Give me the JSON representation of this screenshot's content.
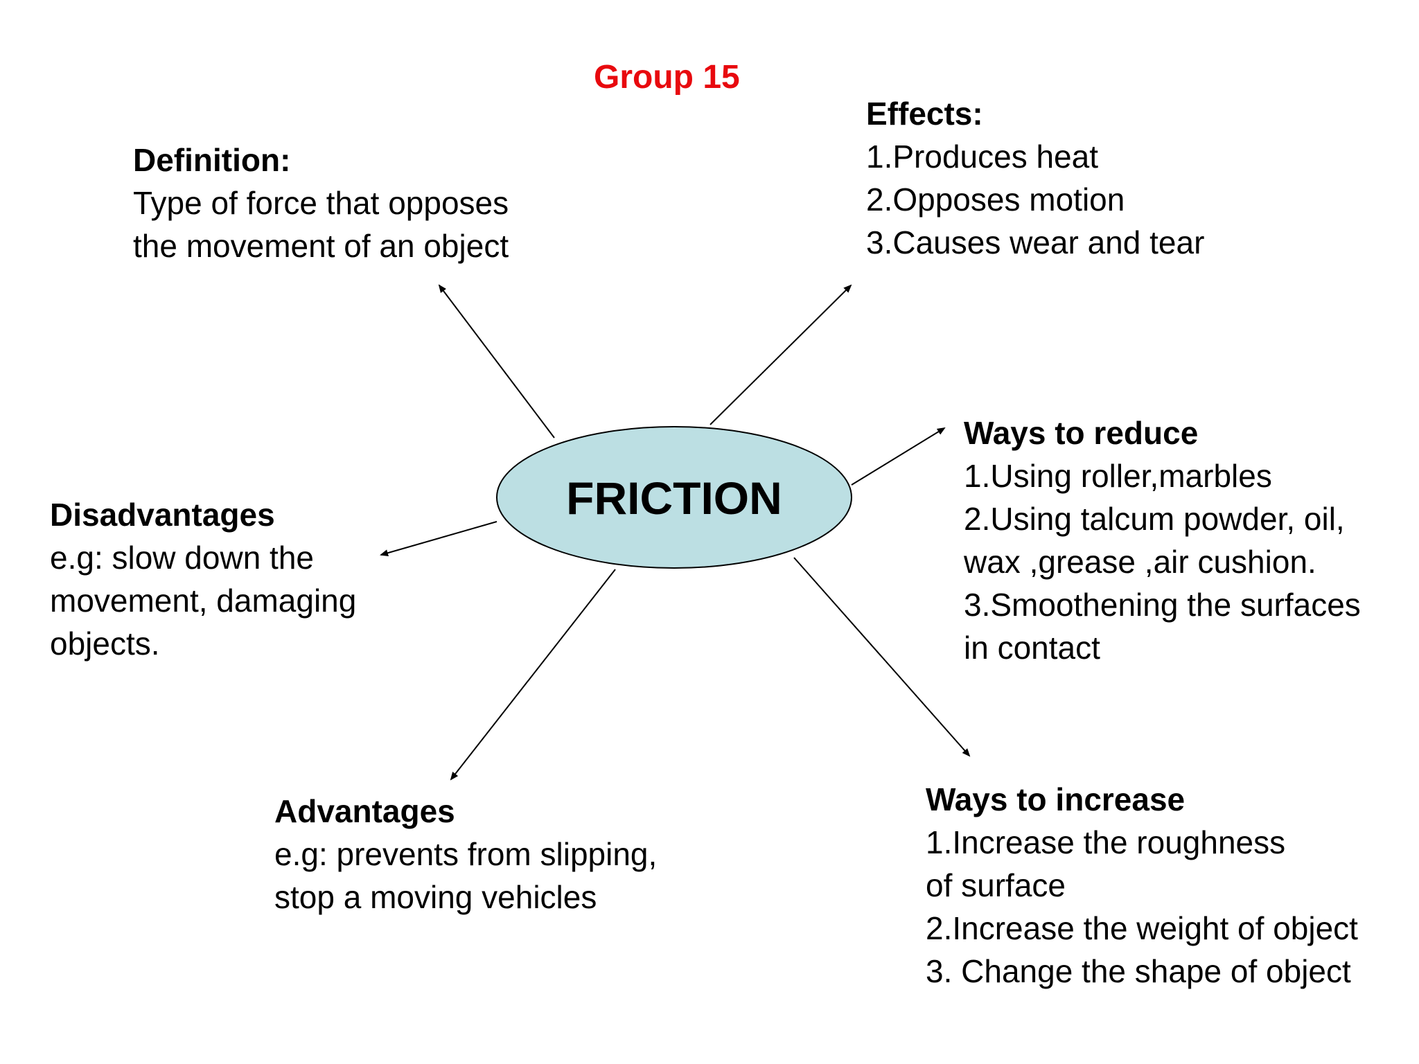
{
  "title": {
    "text": "Group 15",
    "color": "#e8090e"
  },
  "center": {
    "label": "FRICTION",
    "fill": "#bcdfe3",
    "stroke": "#000000"
  },
  "definition": {
    "heading": "Definition:",
    "lines": [
      "Type of force that opposes",
      "the movement of an object"
    ]
  },
  "effects": {
    "heading": "Effects:",
    "lines": [
      "1.Produces heat",
      "2.Opposes motion",
      "3.Causes wear and tear"
    ]
  },
  "ways_to_reduce": {
    "heading": "Ways to reduce",
    "lines": [
      "1.Using roller,marbles",
      "2.Using talcum powder, oil,",
      "wax ,grease ,air cushion.",
      "3.Smoothening the surfaces",
      "in contact"
    ]
  },
  "disadvantages": {
    "heading": "Disadvantages",
    "lines": [
      "e.g: slow down the",
      "movement, damaging",
      "objects."
    ]
  },
  "advantages": {
    "heading": "Advantages",
    "lines": [
      "e.g: prevents from slipping,",
      "stop a moving vehicles"
    ]
  },
  "ways_to_increase": {
    "heading": "Ways to increase",
    "lines": [
      "1.Increase the roughness",
      "of surface",
      "2.Increase the weight of object",
      "3. Change the shape of object"
    ]
  }
}
